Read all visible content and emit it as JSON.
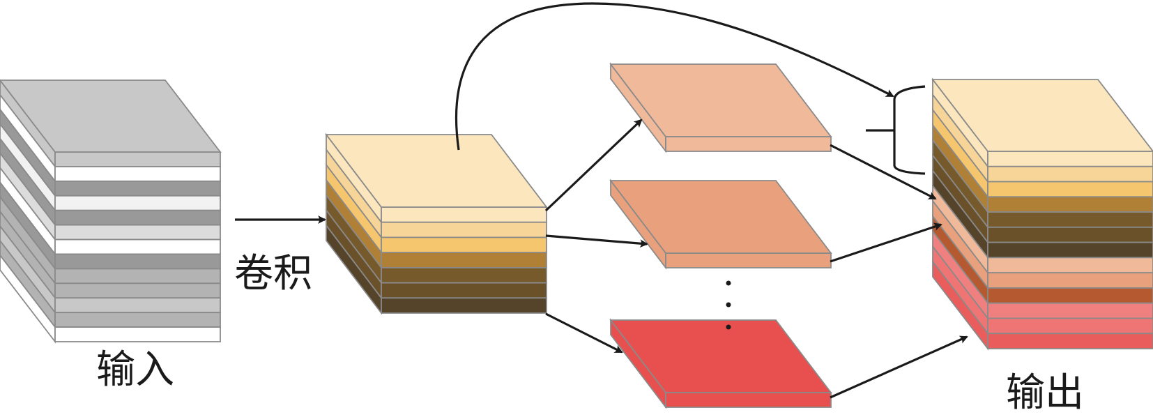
{
  "labels": {
    "input": "输入",
    "convolution": "卷积",
    "output": "输出"
  },
  "colors": {
    "edge": "#8a8a8a",
    "arrow": "#1a1a1a",
    "input_layers": [
      "#c8c8c8",
      "#ffffff",
      "#999999",
      "#f2f2f2",
      "#999999",
      "#dcdcdc",
      "#ffffff",
      "#999999",
      "#b3b3b3",
      "#b3b3b3",
      "#c8c8c8",
      "#b3b3b3",
      "#ffffff"
    ],
    "conv_layers": [
      "#fbe6bd",
      "#f7d598",
      "#f6c66e",
      "#b08036",
      "#765a2c",
      "#6b512a",
      "#55432a"
    ],
    "branch_plates": [
      "#efb99a",
      "#e9a07c",
      "#e85050"
    ],
    "output_layers": [
      "#fbe6bd",
      "#f7d598",
      "#f6c66e",
      "#b08036",
      "#765a2c",
      "#6b512a",
      "#55432a",
      "#efb99a",
      "#e9a07c",
      "#b55a30",
      "#f08080",
      "#ef7575",
      "#ea5d5d"
    ]
  }
}
